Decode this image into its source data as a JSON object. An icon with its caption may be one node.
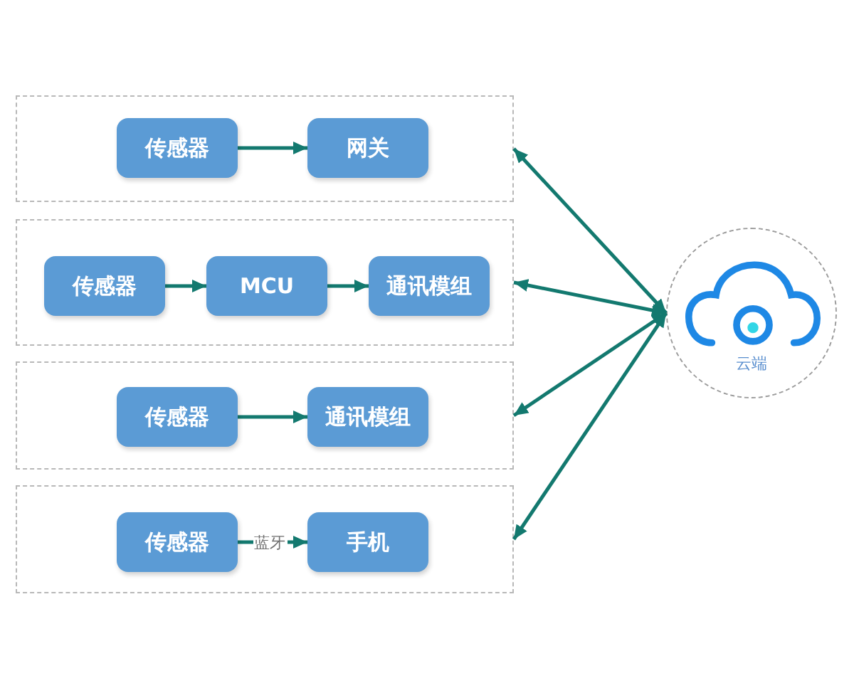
{
  "diagram": {
    "nodes": [
      {
        "text": [],
        "shape": "box"
      },
      {
        "text": [
          "传感器"
        ],
        "in": 0
      },
      {
        "text": [
          "网关"
        ],
        "in": 0
      },
      {
        "text": [],
        "shape": "box"
      },
      {
        "text": [
          "传感器"
        ],
        "in": 3
      },
      {
        "text": [
          "MCU"
        ],
        "in": 3
      },
      {
        "text": [
          "通讯模组"
        ],
        "in": 3
      },
      {
        "text": [],
        "shape": "box"
      },
      {
        "text": [
          "传感器"
        ],
        "in": 7
      },
      {
        "text": [
          "通讯模组"
        ],
        "in": 7
      },
      {
        "text": [],
        "shape": "box"
      },
      {
        "text": [
          "传感器"
        ],
        "in": 10
      },
      {
        "text": [
          "手机"
        ],
        "in": 10
      },
      {
        "text": [
          "云端"
        ]
      }
    ],
    "edges": [
      {
        "from": 1,
        "to": 2,
        "arrow": "to"
      },
      {
        "from": 4,
        "to": 5,
        "arrow": "to"
      },
      {
        "from": 5,
        "to": 6,
        "arrow": "to"
      },
      {
        "from": 8,
        "to": 9,
        "arrow": "to"
      },
      {
        "from": 11,
        "to": 12,
        "label": "蓝牙",
        "arrow": "to"
      },
      {
        "from": 13,
        "to": 0,
        "arrow": "both"
      },
      {
        "from": 13,
        "to": 3,
        "arrow": "both"
      },
      {
        "from": 13,
        "to": 7,
        "arrow": "both"
      },
      {
        "from": 13,
        "to": 10,
        "arrow": "both"
      }
    ]
  }
}
